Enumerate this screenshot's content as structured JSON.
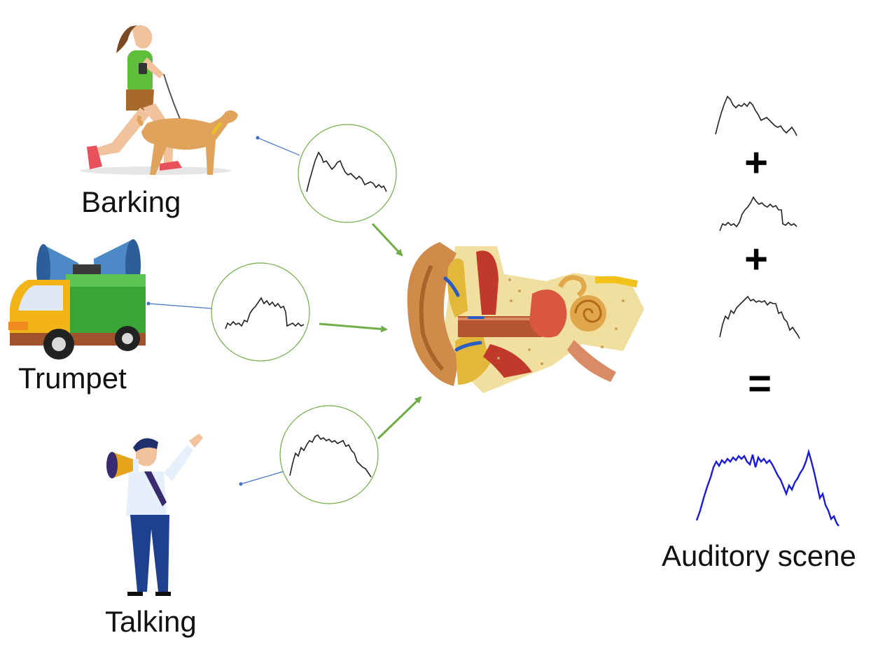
{
  "sources": [
    {
      "id": "barking",
      "label": "Barking",
      "icon": "runner-with-dog-icon"
    },
    {
      "id": "trumpet",
      "label": "Trumpet",
      "icon": "loudspeaker-truck-icon"
    },
    {
      "id": "talking",
      "label": "Talking",
      "icon": "man-with-megaphone-icon"
    }
  ],
  "center": {
    "icon": "ear-anatomy-icon"
  },
  "equation": {
    "plus": "+",
    "equals": "=",
    "result_label": "Auditory scene"
  },
  "colors": {
    "circle_stroke": "#70ad47",
    "arrow": "#70ad47",
    "connector": "#4472c4",
    "waveform": "#222222",
    "result_waveform": "#1a1adb"
  }
}
